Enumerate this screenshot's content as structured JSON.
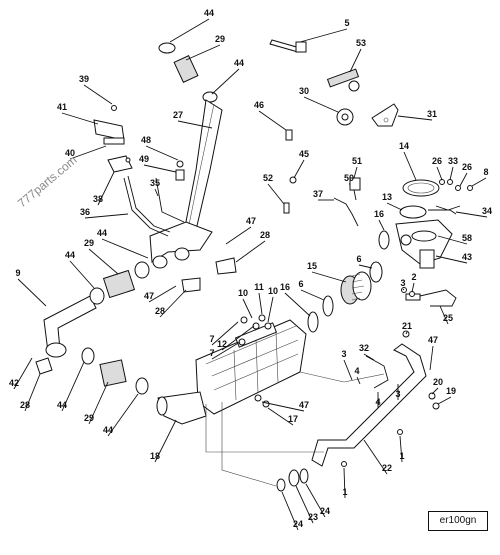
{
  "watermark": "777parts.com",
  "diagram_code": "er100gn",
  "callouts": [
    {
      "id": "c44a",
      "text": "44"
    },
    {
      "id": "c29a",
      "text": "29"
    },
    {
      "id": "c44b",
      "text": "44"
    },
    {
      "id": "c5",
      "text": "5"
    },
    {
      "id": "c53",
      "text": "53"
    },
    {
      "id": "c30",
      "text": "30"
    },
    {
      "id": "c31",
      "text": "31"
    },
    {
      "id": "c39",
      "text": "39"
    },
    {
      "id": "c41",
      "text": "41"
    },
    {
      "id": "c40",
      "text": "40"
    },
    {
      "id": "c38",
      "text": "38"
    },
    {
      "id": "c27",
      "text": "27"
    },
    {
      "id": "c46",
      "text": "46"
    },
    {
      "id": "c48",
      "text": "48"
    },
    {
      "id": "c49",
      "text": "49"
    },
    {
      "id": "c35",
      "text": "35"
    },
    {
      "id": "c36",
      "text": "36"
    },
    {
      "id": "c45",
      "text": "45"
    },
    {
      "id": "c51",
      "text": "51"
    },
    {
      "id": "c50",
      "text": "50"
    },
    {
      "id": "c52",
      "text": "52"
    },
    {
      "id": "c37",
      "text": "37"
    },
    {
      "id": "c14",
      "text": "14"
    },
    {
      "id": "c26a",
      "text": "26"
    },
    {
      "id": "c33",
      "text": "33"
    },
    {
      "id": "c26b",
      "text": "26"
    },
    {
      "id": "c8",
      "text": "8"
    },
    {
      "id": "c13",
      "text": "13"
    },
    {
      "id": "c34",
      "text": "34"
    },
    {
      "id": "c16a",
      "text": "16"
    },
    {
      "id": "c58",
      "text": "58"
    },
    {
      "id": "c43",
      "text": "43"
    },
    {
      "id": "c47a",
      "text": "47"
    },
    {
      "id": "c28a",
      "text": "28"
    },
    {
      "id": "c44c",
      "text": "44"
    },
    {
      "id": "c29b",
      "text": "29"
    },
    {
      "id": "c9",
      "text": "9"
    },
    {
      "id": "c44d",
      "text": "44"
    },
    {
      "id": "c47b",
      "text": "47"
    },
    {
      "id": "c28b",
      "text": "28"
    },
    {
      "id": "c6a",
      "text": "6"
    },
    {
      "id": "c15",
      "text": "15"
    },
    {
      "id": "c3a",
      "text": "3"
    },
    {
      "id": "c2",
      "text": "2"
    },
    {
      "id": "c25",
      "text": "25"
    },
    {
      "id": "c10a",
      "text": "10"
    },
    {
      "id": "c11",
      "text": "11"
    },
    {
      "id": "c10b",
      "text": "10"
    },
    {
      "id": "c16b",
      "text": "16"
    },
    {
      "id": "c6b",
      "text": "6"
    },
    {
      "id": "c7a",
      "text": "7"
    },
    {
      "id": "c12",
      "text": "12"
    },
    {
      "id": "c7b",
      "text": "7"
    },
    {
      "id": "c21",
      "text": "21"
    },
    {
      "id": "c47c",
      "text": "47"
    },
    {
      "id": "c3b",
      "text": "3"
    },
    {
      "id": "c32",
      "text": "32"
    },
    {
      "id": "c4a",
      "text": "4"
    },
    {
      "id": "c3c",
      "text": "3"
    },
    {
      "id": "c4b",
      "text": "4"
    },
    {
      "id": "c20",
      "text": "20"
    },
    {
      "id": "c19",
      "text": "19"
    },
    {
      "id": "c42",
      "text": "42"
    },
    {
      "id": "c28c",
      "text": "28"
    },
    {
      "id": "c44e",
      "text": "44"
    },
    {
      "id": "c29c",
      "text": "29"
    },
    {
      "id": "c44f",
      "text": "44"
    },
    {
      "id": "c47d",
      "text": "47"
    },
    {
      "id": "c17",
      "text": "17"
    },
    {
      "id": "c18",
      "text": "18"
    },
    {
      "id": "c22",
      "text": "22"
    },
    {
      "id": "c1a",
      "text": "1"
    },
    {
      "id": "c1b",
      "text": "1"
    },
    {
      "id": "c24a",
      "text": "24"
    },
    {
      "id": "c23",
      "text": "23"
    },
    {
      "id": "c24b",
      "text": "24"
    }
  ]
}
